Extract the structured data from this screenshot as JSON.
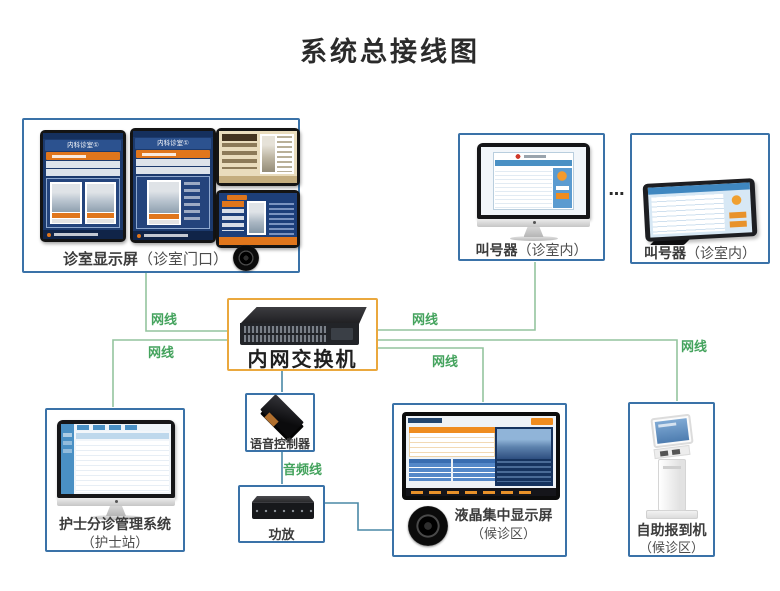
{
  "title": "系统总接线图",
  "ellipsis": "…",
  "nodes": {
    "room_display": {
      "label": "诊室显示屏",
      "suffix": "（诊室门口）",
      "screen_header": "内科诊室①"
    },
    "caller_monitor": {
      "label": "叫号器",
      "suffix": "（诊室内）"
    },
    "caller_tablet": {
      "label": "叫号器",
      "suffix": "（诊室内）"
    },
    "switch": {
      "label": "内网交换机"
    },
    "nurse_station": {
      "label": "护士分诊管理系统",
      "suffix": "（护士站）"
    },
    "voice_controller": {
      "label": "语音控制器"
    },
    "amplifier": {
      "label": "功放"
    },
    "lcd_display": {
      "label": "液晶集中显示屏",
      "suffix": "（候诊区）"
    },
    "kiosk": {
      "label": "自助报到机",
      "suffix": "（候诊区）"
    }
  },
  "cables": {
    "labels": [
      {
        "text": "网线"
      },
      {
        "text": "网线"
      },
      {
        "text": "网线"
      },
      {
        "text": "网线"
      },
      {
        "text": "网线"
      },
      {
        "text": "音频线"
      }
    ]
  },
  "colors": {
    "box_border_blue": "#3a72a8",
    "switch_border_orange": "#eaa83e",
    "cable_line_green": "#94c49e",
    "cable_text_green": "#44a35d",
    "audio_line_teal": "#4a89a6",
    "accent_orange": "#e0761c"
  }
}
